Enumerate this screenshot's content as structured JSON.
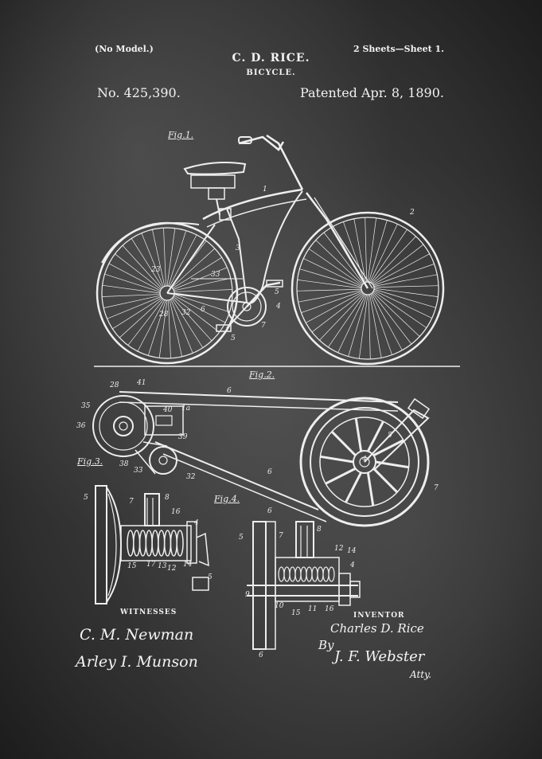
{
  "header": {
    "no_model": "(No Model.)",
    "inventor_name": "C. D. RICE.",
    "title": "BICYCLE.",
    "sheets": "2 Sheets—Sheet 1.",
    "patent_number": "No. 425,390.",
    "patent_date": "Patented Apr. 8, 1890."
  },
  "figures": {
    "fig1": "Fig.1.",
    "fig2": "Fig.2.",
    "fig3": "Fig.3.",
    "fig4": "Fig.4."
  },
  "reference_numerals": {
    "fig1": [
      "1",
      "2",
      "3",
      "4",
      "5",
      "6",
      "7",
      "5",
      "23",
      "28",
      "32",
      "33"
    ],
    "fig2": [
      "28",
      "41",
      "6",
      "40",
      "1a",
      "35",
      "36",
      "39",
      "38",
      "33",
      "32",
      "6",
      "5",
      "4",
      "7"
    ],
    "fig3": [
      "5",
      "7",
      "8",
      "16",
      "4",
      "15",
      "17",
      "13",
      "12",
      "14",
      "5"
    ],
    "fig4": [
      "6",
      "5",
      "7",
      "8",
      "12",
      "14",
      "4",
      "9",
      "10",
      "15",
      "11",
      "16",
      "6"
    ]
  },
  "footer": {
    "witnesses_label": "WITNESSES",
    "inventor_label": "INVENTOR",
    "witness_1": "C. M. Newman",
    "witness_2": "Arley I. Munson",
    "inventor_signature": "Charles D. Rice",
    "by": "By",
    "attorney_signature": "J. F. Webster",
    "attorney_suffix": "Atty."
  },
  "colors": {
    "paper": "#3a3a3a",
    "ink": "#f2f2f2"
  }
}
